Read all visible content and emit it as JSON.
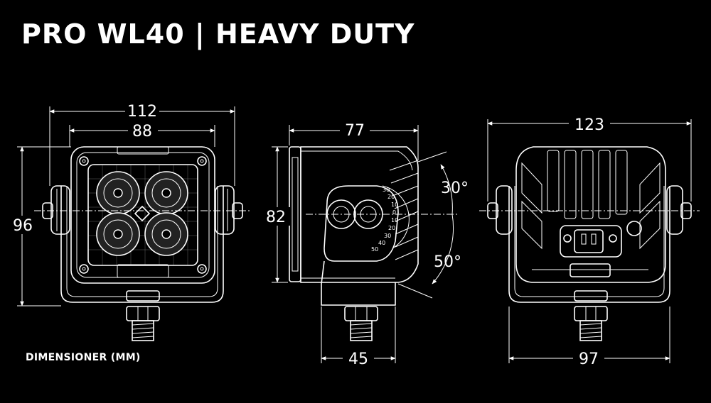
{
  "title": "PRO WL40 | HEAVY DUTY",
  "caption": "DIMENSIONER (MM)",
  "front_view": {
    "width_overall": "112",
    "width_housing": "88",
    "height": "96"
  },
  "side_view": {
    "depth": "77",
    "height": "82",
    "base_width": "45",
    "tilt_up": "30°",
    "tilt_down": "50°",
    "scale_labels": [
      "50",
      "40",
      "30",
      "20",
      "10",
      "0",
      "10",
      "20",
      "30"
    ]
  },
  "rear_view": {
    "width_overall": "123",
    "width_bracket": "97"
  }
}
